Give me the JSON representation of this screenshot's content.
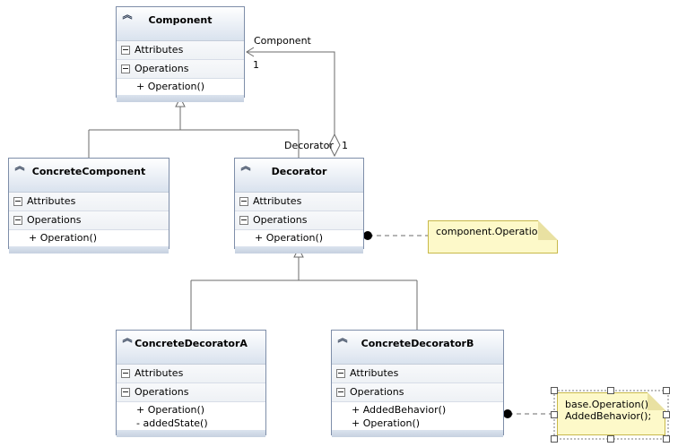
{
  "classes": {
    "component": {
      "name": "Component",
      "attributes_label": "Attributes",
      "operations_label": "Operations",
      "members": [
        "+ Operation()"
      ]
    },
    "concrete_component": {
      "name": "ConcreteComponent",
      "attributes_label": "Attributes",
      "operations_label": "Operations",
      "members": [
        "+ Operation()"
      ]
    },
    "decorator": {
      "name": "Decorator",
      "attributes_label": "Attributes",
      "operations_label": "Operations",
      "members": [
        "+ Operation()"
      ]
    },
    "concrete_decorator_a": {
      "name": "ConcreteDecoratorA",
      "attributes_label": "Attributes",
      "operations_label": "Operations",
      "members": [
        "+ Operation()",
        "- addedState()"
      ]
    },
    "concrete_decorator_b": {
      "name": "ConcreteDecoratorB",
      "attributes_label": "Attributes",
      "operations_label": "Operations",
      "members": [
        "+ AddedBehavior()",
        "+ Operation()"
      ]
    }
  },
  "notes": {
    "decorator_note": [
      "component.Operation()"
    ],
    "decorator_b_note": [
      "base.Operation();",
      "AddedBehavior();"
    ]
  },
  "association": {
    "target_role": "Component",
    "target_multiplicity": "1",
    "source_role": "Decorator",
    "source_multiplicity": "1"
  },
  "colors": {
    "note_fill": "#fdf9c9",
    "class_border": "#7e8ea9",
    "line": "#6b6b6b"
  }
}
